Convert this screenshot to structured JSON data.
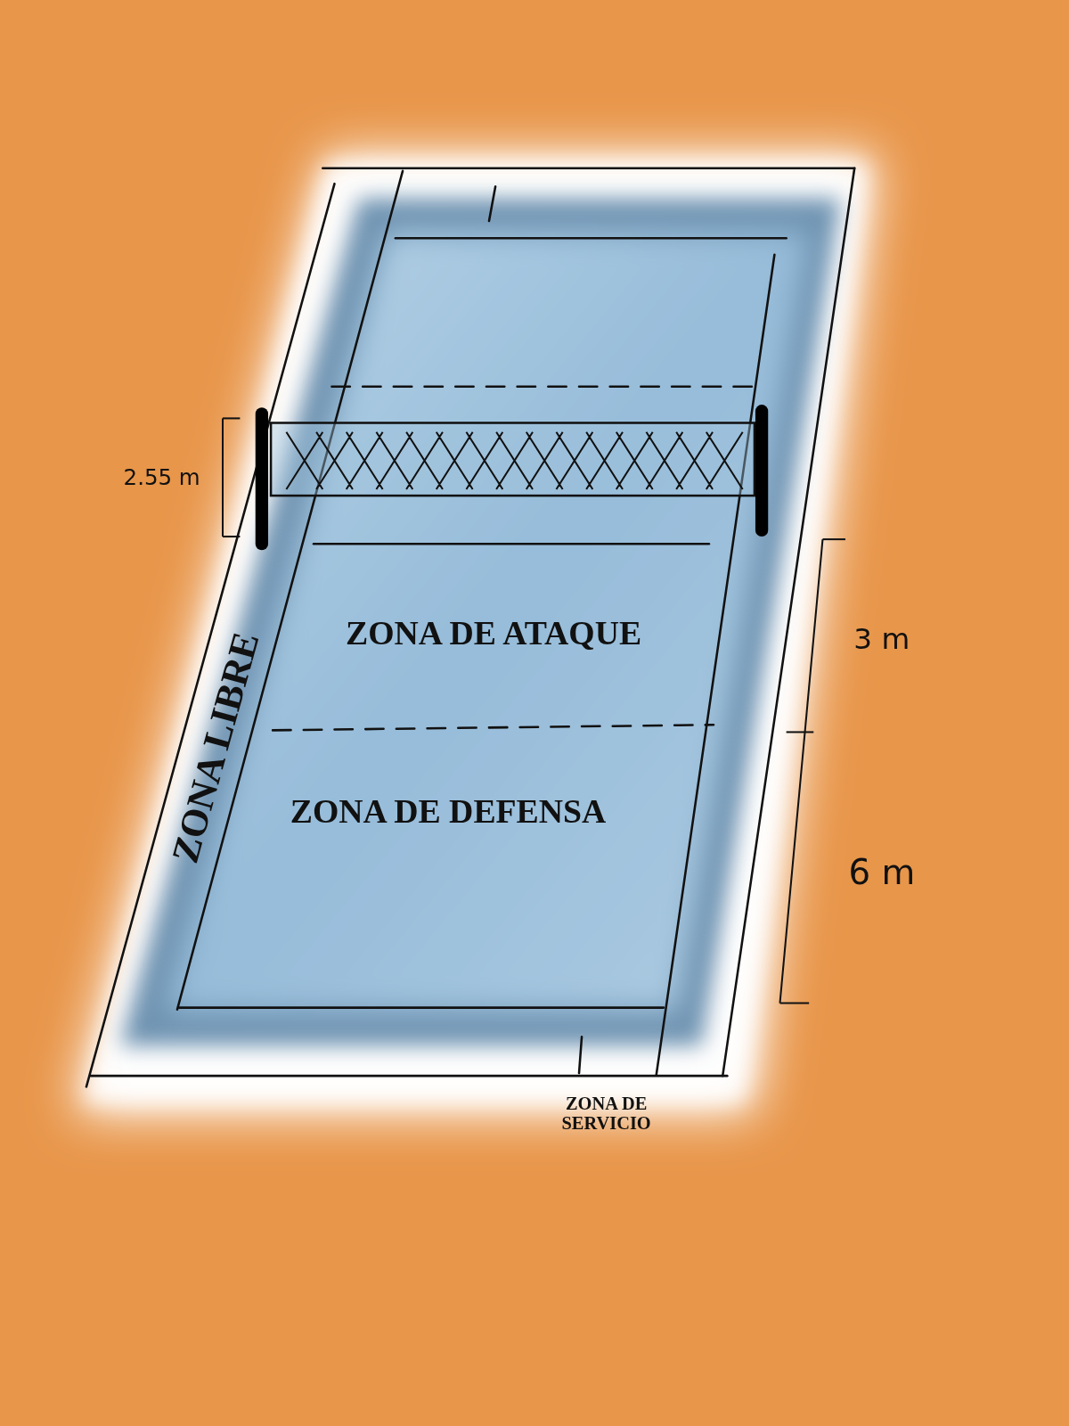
{
  "diagram": {
    "labels": [
      "2.55 m",
      "ZONA DE ATAQUE",
      "3 m",
      "ZONA LIBRE",
      "ZONA DE DEFENSA",
      "6 m",
      "ZONA DE SERVICIO"
    ]
  }
}
